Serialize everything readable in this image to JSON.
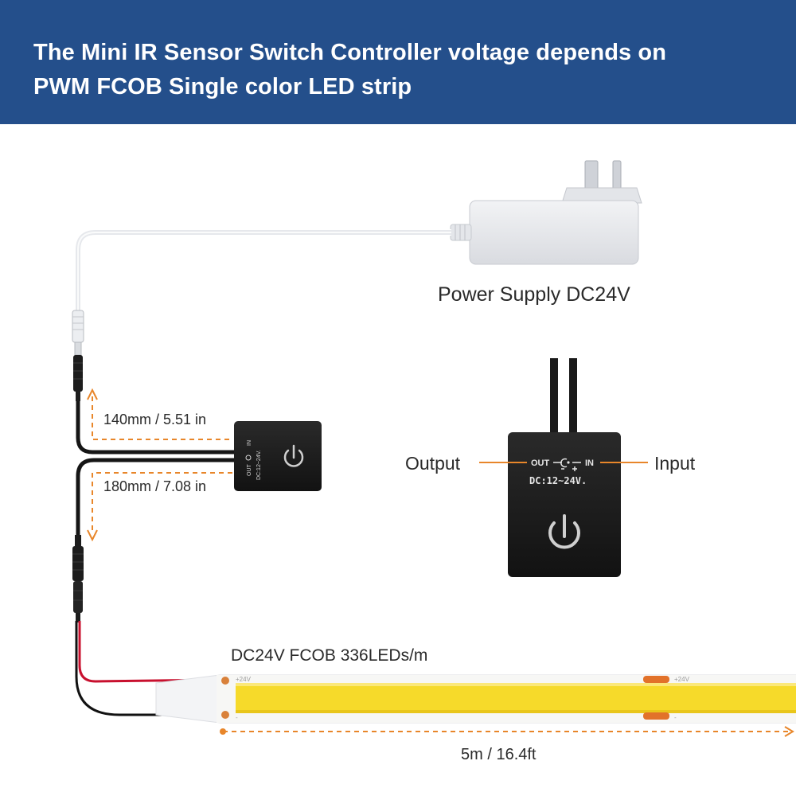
{
  "header": {
    "title_line1": "The Mini IR Sensor Switch Controller voltage depends on",
    "title_line2": "PWM FCOB Single color LED strip"
  },
  "labels": {
    "power_supply": "Power Supply DC24V",
    "cable_top": "140mm / 5.51 in",
    "cable_bottom": "180mm / 7.08 in",
    "output": "Output",
    "input": "Input",
    "strip": "DC24V FCOB 336LEDs/m",
    "strip_length": "5m / 16.4ft"
  },
  "controller_markings": {
    "out": "OUT",
    "in": "IN",
    "polarity": "-⊙+",
    "voltage": "DC:12~24V."
  },
  "strip_markings": {
    "plus_left": "+24V",
    "plus_right": "+24V",
    "minus_left": "-",
    "minus_right": "-"
  },
  "colors": {
    "banner": "#244f8b",
    "accent_orange": "#e8862a",
    "led_yellow": "#f6da2a",
    "controller": "#1f1f1f"
  },
  "icons": [
    "power-icon",
    "dc-polarity-icon"
  ]
}
